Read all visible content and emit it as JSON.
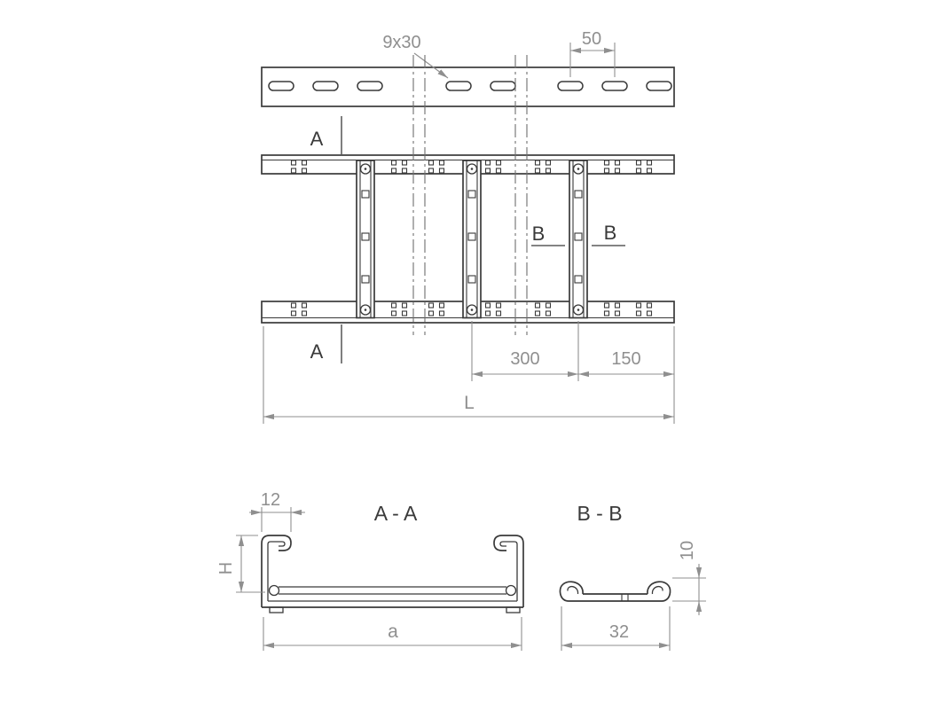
{
  "colors": {
    "line": "#3a3a3a",
    "dimension": "#8f8f8f",
    "background": "#ffffff"
  },
  "top_view": {
    "slot_size_label": "9x30",
    "slot_pitch_label": "50"
  },
  "plan_view": {
    "section_a_top_label": "A",
    "section_a_bottom_label": "A",
    "section_b_left_label": "B",
    "section_b_right_label": "B",
    "rung_spacing_label": "300",
    "end_spacing_label": "150",
    "total_length_label": "L"
  },
  "section_aa": {
    "title": "A - A",
    "lip_width_label": "12",
    "height_label": "H",
    "width_label": "a"
  },
  "section_bb": {
    "title": "B - B",
    "height_label": "10",
    "width_label": "32"
  }
}
